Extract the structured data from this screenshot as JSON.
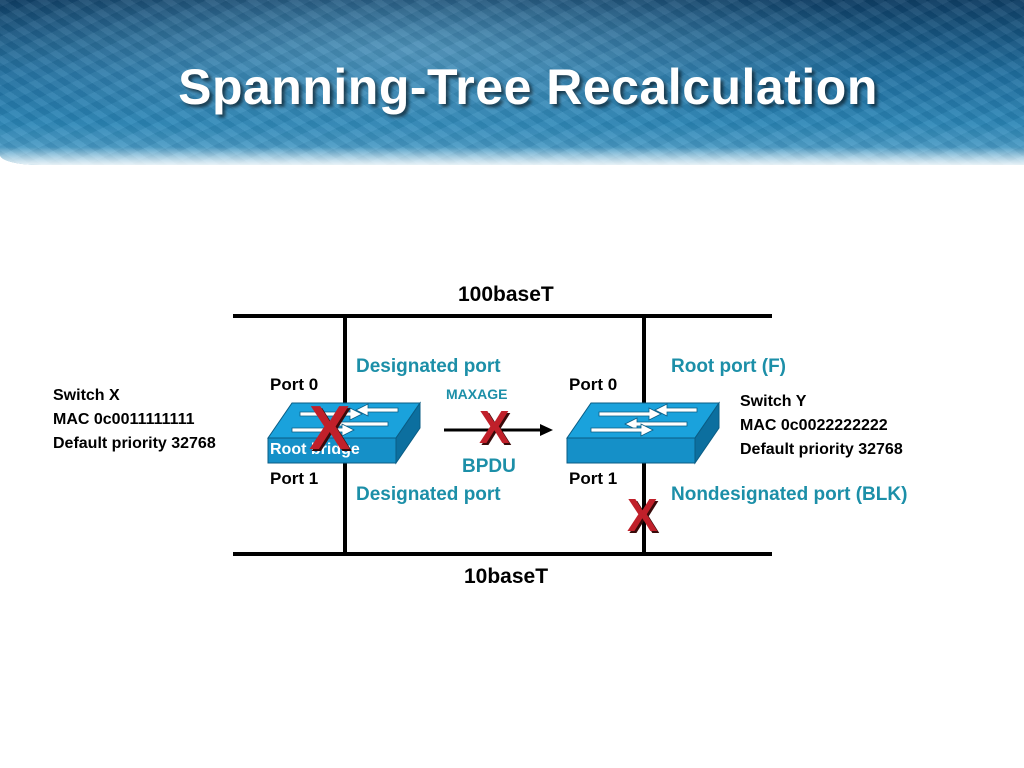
{
  "title": "Spanning-Tree Recalculation",
  "segments": {
    "top": "100baseT",
    "bottom": "10baseT"
  },
  "switch_x": {
    "name": "Switch X",
    "mac": "MAC 0c0011111111",
    "priority": "Default priority 32768",
    "role_label": "Root bridge",
    "port0": "Port 0",
    "port1": "Port 1",
    "port0_role": "Designated port",
    "port1_role": "Designated port"
  },
  "switch_y": {
    "name": "Switch Y",
    "mac": "MAC 0c0022222222",
    "priority": "Default priority 32768",
    "port0": "Port 0",
    "port1": "Port 1",
    "port0_role": "Root port (F)",
    "port1_role": "Nondesignated port (BLK)"
  },
  "bpdu": {
    "timer": "MAXAGE",
    "label": "BPDU"
  },
  "failure_mark": "X",
  "colors": {
    "switch_top": "#1aa2dc",
    "switch_side": "#0c6f9f",
    "port_label": "#1c8fa8",
    "failure": "#c0202a",
    "header": "#1f6fa0"
  }
}
